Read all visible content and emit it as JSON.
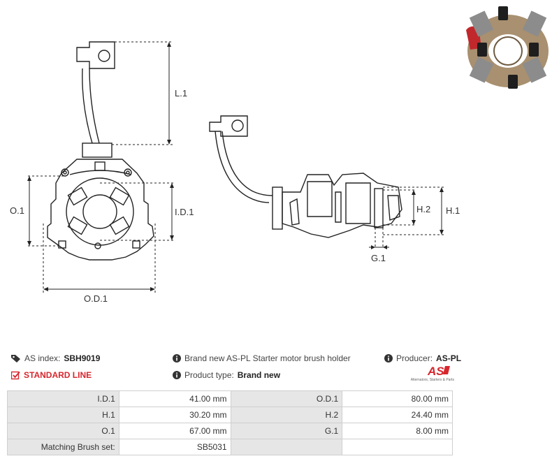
{
  "dimensions": {
    "L1": "L.1",
    "O1": "O.1",
    "ID1": "I.D.1",
    "OD1": "O.D.1",
    "H1": "H.1",
    "H2": "H.2",
    "G1": "G.1"
  },
  "info": {
    "as_index_label": "AS index:",
    "as_index_value": "SBH9019",
    "line": "STANDARD LINE",
    "description": "Brand new AS-PL Starter motor brush holder",
    "product_type_label": "Product type:",
    "product_type_value": "Brand new",
    "producer_label": "Producer:",
    "producer_value": "AS-PL",
    "logo_text": "AS",
    "logo_tagline": "Alternators, Starters & Parts"
  },
  "specs": [
    [
      "I.D.1",
      "41.00 mm",
      "O.D.1",
      "80.00 mm"
    ],
    [
      "H.1",
      "30.20 mm",
      "H.2",
      "24.40 mm"
    ],
    [
      "O.1",
      "67.00 mm",
      "G.1",
      "8.00 mm"
    ],
    [
      "Matching Brush set:",
      "SB5031",
      "",
      ""
    ]
  ],
  "colors": {
    "brand_red": "#d7262d",
    "label_cell": "#e6e6e6"
  }
}
